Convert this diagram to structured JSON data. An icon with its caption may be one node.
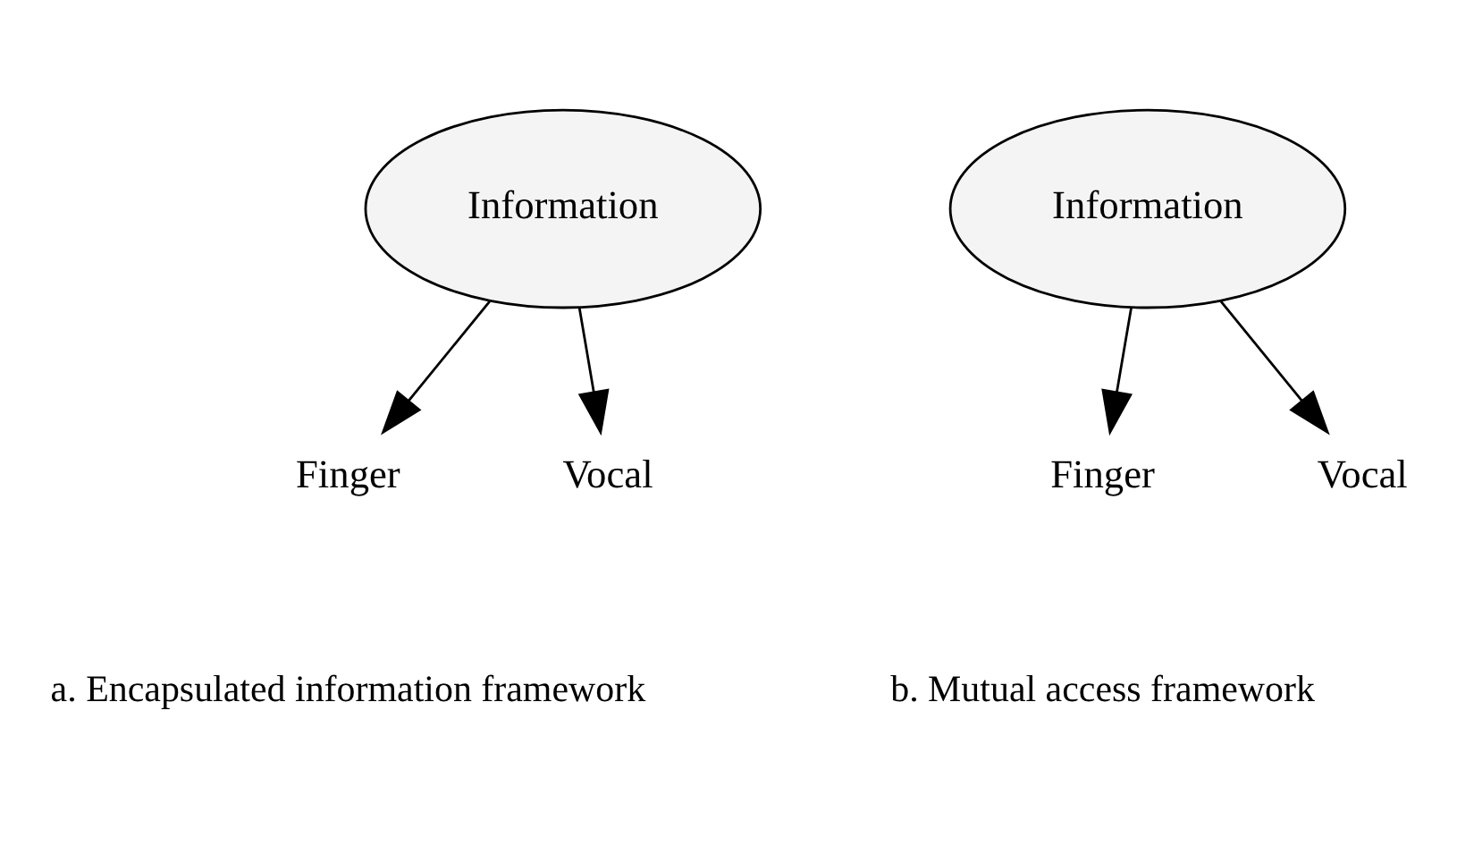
{
  "diagram": {
    "nodes": [
      {
        "text": [
          "Information"
        ]
      },
      {
        "text": [
          "Finger"
        ]
      },
      {
        "text": [
          "Vocal"
        ]
      },
      {
        "text": [
          "Information"
        ]
      },
      {
        "text": [
          "Finger"
        ]
      },
      {
        "text": [
          "Vocal"
        ]
      }
    ],
    "edges": [
      {
        "from": 0,
        "to": 1,
        "arrow": "to"
      },
      {
        "from": 0,
        "to": 2,
        "arrow": "to"
      },
      {
        "from": 3,
        "to": 4,
        "arrow": "to"
      },
      {
        "from": 3,
        "to": 5,
        "arrow": "to"
      }
    ],
    "labels": [
      "a. Encapsulated information framework",
      "b. Mutual access framework"
    ]
  }
}
